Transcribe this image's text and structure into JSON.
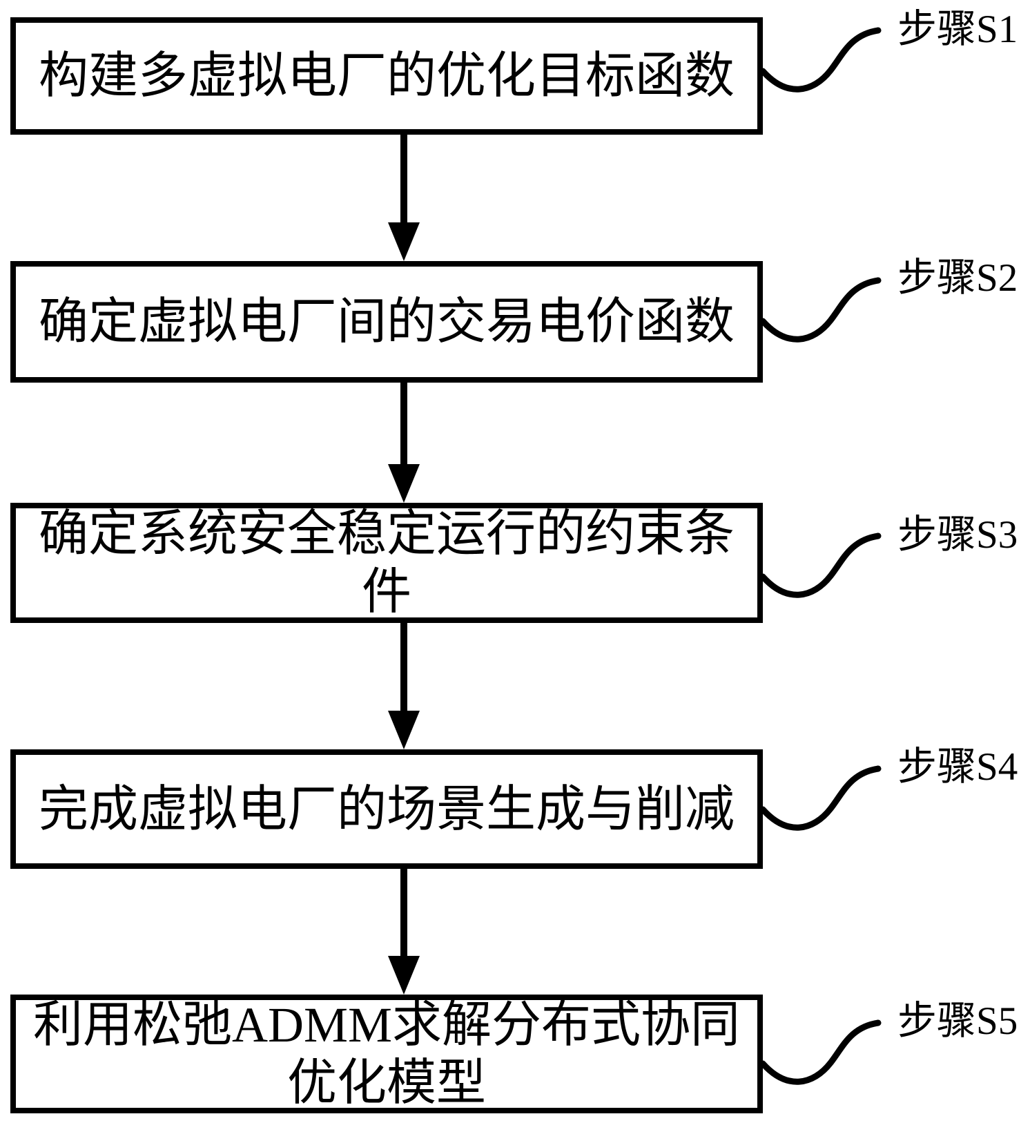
{
  "diagram": {
    "type": "flowchart",
    "background_color": "#ffffff",
    "line_color": "#000000",
    "text_color": "#000000",
    "steps": [
      {
        "id": "S1",
        "label": "步骤S1",
        "box_lines": [
          "构建多虚拟电厂的优化目标函数"
        ]
      },
      {
        "id": "S2",
        "label": "步骤S2",
        "box_lines": [
          "确定虚拟电厂间的交易电价函数"
        ]
      },
      {
        "id": "S3",
        "label": "步骤S3",
        "box_lines": [
          "确定系统安全稳定运行的约束条",
          "件"
        ]
      },
      {
        "id": "S4",
        "label": "步骤S4",
        "box_lines": [
          "完成虚拟电厂的场景生成与削减"
        ]
      },
      {
        "id": "S5",
        "label": "步骤S5",
        "box_lines": [
          "利用松弛ADMM求解分布式协同",
          "优化模型"
        ]
      }
    ]
  }
}
